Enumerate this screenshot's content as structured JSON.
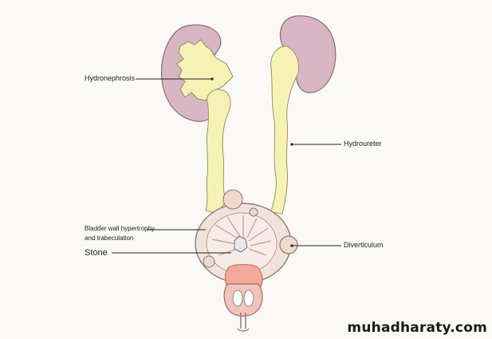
{
  "labels": {
    "hydronephrosis": "Hydronephrosis",
    "hydroureter": "Hydroureter",
    "bladder_wall_line1": "Bladder wall hypertrophy",
    "bladder_wall_line2": "and trabeculation",
    "stone": "Stone",
    "diverticulum": "Diverticulum"
  },
  "watermark": "muhadharaty.com",
  "colors": {
    "kidney": "#d9b6c4",
    "ureter": "#f6f2b5",
    "bladder_wall": "#f1e2dc",
    "prostate": "#f3a999",
    "background": "#fbf9f5"
  }
}
